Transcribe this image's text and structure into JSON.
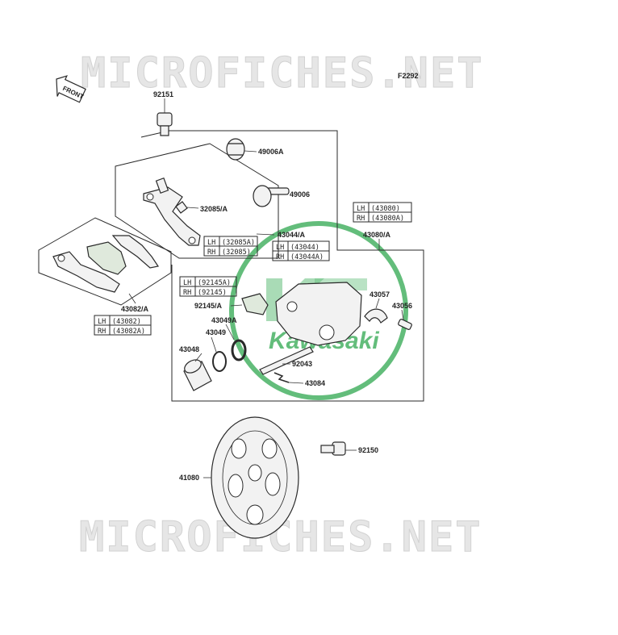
{
  "watermark": {
    "top": "MICROFICHES.NET",
    "bottom": "MICROFICHES.NET"
  },
  "figure_code": "F2292",
  "front_label": "FRONT",
  "logo": {
    "text": "Kawasaki",
    "color": "#2fa84f"
  },
  "accent_color": "#2fa84f",
  "callouts": {
    "p92151": "92151",
    "p49006a": "49006A",
    "p49006": "49006",
    "p32085a": "32085/A",
    "p43044a": "43044/A",
    "p43080a": "43080/A",
    "p43082a": "43082/A",
    "p92145a": "92145/A",
    "p43057": "43057",
    "p43056": "43056",
    "p43049a": "43049A",
    "p43049": "43049",
    "p43048": "43048",
    "p92043": "92043",
    "p43084": "43084",
    "p92150": "92150",
    "p41080": "41080"
  },
  "tables": {
    "t43080": {
      "lh_side": "LH",
      "lh": "(43080)",
      "rh_side": "RH",
      "rh": "(43080A)"
    },
    "t32085": {
      "lh_side": "LH",
      "lh": "(32085A)",
      "rh_side": "RH",
      "rh": "(32085)"
    },
    "t43044": {
      "lh_side": "LH",
      "lh": "(43044)",
      "rh_side": "RH",
      "rh": "(43044A)"
    },
    "t92145": {
      "lh_side": "LH",
      "lh": "(92145A)",
      "rh_side": "RH",
      "rh": "(92145)"
    },
    "t43082": {
      "lh_side": "LH",
      "lh": "(43082)",
      "rh_side": "RH",
      "rh": "(43082A)"
    }
  }
}
